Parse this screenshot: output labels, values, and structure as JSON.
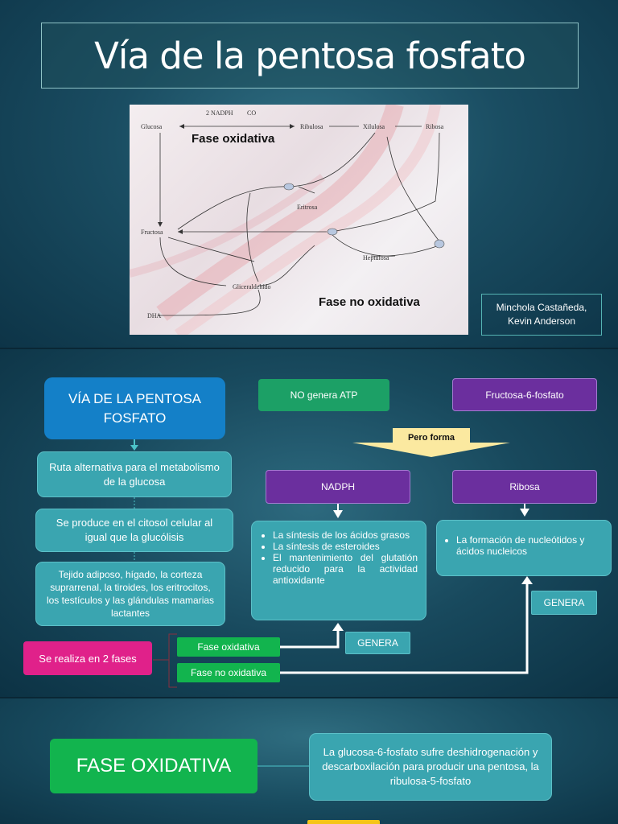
{
  "slide1": {
    "title": "Vía de la pentosa fosfato",
    "diagram": {
      "labels": {
        "nadph": "2 NADPH",
        "co2": "CO",
        "glucosa": "Glucosa",
        "ribulosa": "Ribulosa",
        "xilulosa": "Xilulosa",
        "ribosa": "Ribosa",
        "eritrosa": "Eritrosa",
        "fructosa": "Fructosa",
        "heptulosa": "Heptulosa",
        "gliceraldehido": "Gliceraldehído",
        "dha": "DHA"
      },
      "phase_oxidative": "Fase oxidativa",
      "phase_non_oxidative": "Fase no oxidativa"
    },
    "authors_line1": "Minchola Castañeda,",
    "authors_line2": "Kevin Anderson"
  },
  "slide2": {
    "main_title": "VÍA DE LA PENTOSA FOSFATO",
    "no_atp": "NO genera ATP",
    "fructosa6": "Fructosa-6-fosfato",
    "pero_forma": "Pero forma",
    "nadph": "NADPH",
    "ribosa": "Ribosa",
    "ruta": "Ruta alternativa para el metabolismo de la glucosa",
    "citosol": "Se produce en el citosol celular al igual que la glucólisis",
    "tejidos": "Tejido adiposo, hígado, la corteza suprarrenal, la tiroides, los eritrocitos, los testículos y las glándulas mamarias lactantes",
    "nadph_uses": [
      "La síntesis de los ácidos grasos",
      "La síntesis de esteroides",
      "El mantenimiento del glutatión reducido para la actividad antioxidante"
    ],
    "ribosa_uses": [
      "La formación de nucleótidos y ácidos nucleicos"
    ],
    "genera1": "GENERA",
    "genera2": "GENERA",
    "fases": "Se realiza en  2 fases",
    "fase_ox": "Fase oxidativa",
    "fase_no_ox": "Fase no oxidativa",
    "colors": {
      "teal": "#3aa5b0",
      "purple": "#6b2f9e",
      "green": "#1ca066",
      "blue": "#1480c8",
      "magenta": "#e0218a"
    }
  },
  "slide3": {
    "title": "FASE OXIDATIVA",
    "desc": "La glucosa-6-fosfato sufre deshidrogenación y descarboxilación para producir una pentosa, la ribulosa-5-fosfato"
  }
}
